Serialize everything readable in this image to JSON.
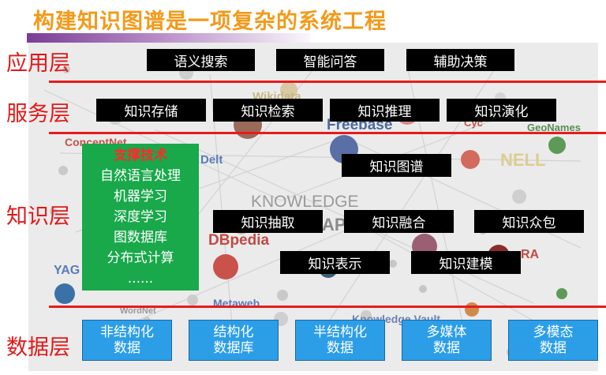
{
  "title": "构建知识图谱是一项复杂的系统工程",
  "layers": {
    "application": "应用层",
    "service": "服务层",
    "knowledge": "知识层",
    "data": "数据层"
  },
  "application_boxes": [
    "语义搜索",
    "智能问答",
    "辅助决策"
  ],
  "service_boxes": [
    "知识存储",
    "知识检索",
    "知识推理",
    "知识演化"
  ],
  "knowledge_boxes": {
    "graph": "知识图谱",
    "extract": "知识抽取",
    "fusion": "知识融合",
    "crowd": "知识众包",
    "represent": "知识表示",
    "model": "知识建模"
  },
  "support": {
    "title": "支撑技术",
    "items": [
      "自然语言处理",
      "机器学习",
      "深度学习",
      "图数据库",
      "分布式计算",
      "......"
    ]
  },
  "data_boxes": [
    [
      "非结构化",
      "数据"
    ],
    [
      "结构化",
      "数据库"
    ],
    [
      "半结构化",
      "数据"
    ],
    [
      "多媒体",
      "数据"
    ],
    [
      "多模态",
      "数据"
    ]
  ],
  "background_labels": {
    "wikidata": "Wikidata",
    "freebase": "Freebase",
    "geonames": "GeoNames",
    "conceptnet": "ConceptNet",
    "delt": "Delt",
    "nell": "NELL",
    "knowledge": "KNOWLEDGE",
    "ap": "AP",
    "dbpedia": "DBpedia",
    "ra": "RA",
    "yag": "YAG",
    "wordnet": "WordNet",
    "metaweb": "Metaweb",
    "vault": "Knowledge Vault",
    "cyc": "Cyc"
  },
  "colors": {
    "title": "#f29a1a",
    "layer_label": "#e11919",
    "separator": "#e81b1b",
    "box": "#000000",
    "support_bg": "#19a84a",
    "support_title": "#ff2a2a",
    "data_box": "#2c9ee8"
  }
}
